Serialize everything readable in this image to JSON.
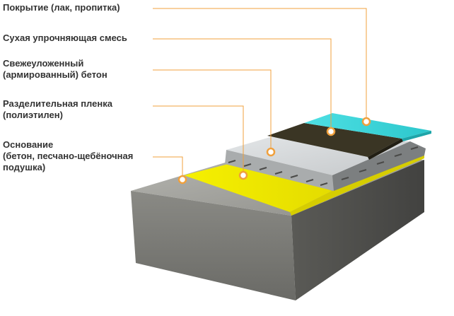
{
  "colors": {
    "leader": "#F0A03C",
    "text": "#333333",
    "coating": "#3ED4D8",
    "hardener": "#3A3524",
    "concrete": "#D3D6D8",
    "film": "#F0E800",
    "base": "#9A9A95"
  },
  "layers": [
    {
      "id": "coating",
      "line1": "Покрытие (лак, пропитка)",
      "line2": "",
      "line3": ""
    },
    {
      "id": "hardener",
      "line1": "Сухая упрочняющая смесь",
      "line2": "",
      "line3": ""
    },
    {
      "id": "concrete",
      "line1": "Свежеуложенный",
      "line2": "(армированный) бетон",
      "line3": ""
    },
    {
      "id": "film",
      "line1": "Разделительная пленка",
      "line2": "(полиэтилен)",
      "line3": ""
    },
    {
      "id": "base",
      "line1": "Основание",
      "line2": "(бетон, песчано-щебёночная",
      "line3": "подушка)"
    }
  ]
}
